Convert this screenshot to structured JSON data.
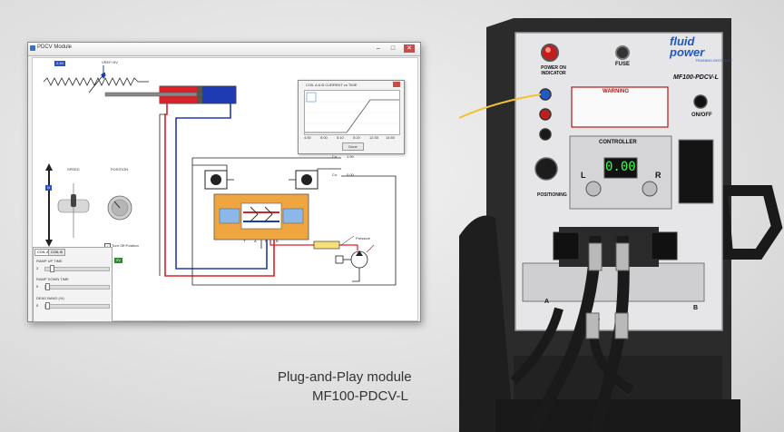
{
  "window": {
    "title": "PDCV Module",
    "minimize": "–",
    "maximize": "□",
    "close": "✕"
  },
  "canvas": {
    "voltage_badge": "2.4V",
    "vref_label": "VREF=5V",
    "speed_label": "SPEED",
    "position_label": "POSITION",
    "direction_badge": "N",
    "turn_off_position": "Turn Off Position",
    "speed_value_badge": "5.6V",
    "position_value_badge": "0V",
    "port_labels": [
      "T",
      "A",
      "P",
      "B"
    ],
    "pressure_label": "Pressure",
    "coil_a_readout": "1.50",
    "coil_b_readout": "0.00",
    "coil_a_tag": "Co.",
    "coil_b_tag": "Co."
  },
  "graph": {
    "title": "COIL A & B CURRENT vs TIME",
    "done_label": "Done",
    "x_ticks": [
      "4:50",
      "5:00",
      "5:10",
      "5:20",
      "12:30",
      "14:50"
    ]
  },
  "coil_panel": {
    "tab_a": "COIL A",
    "tab_b": "COIL B",
    "ramp_up_label": "RAMP UP TIME",
    "ramp_up_value": "3",
    "ramp_down_label": "RAMP DOWN TIME",
    "ramp_down_value": "0",
    "dead_band_label": "DEAD BAND (%)",
    "dead_band_value": "0"
  },
  "hardware": {
    "power_on_label": "POWER ON INDICATOR",
    "fuse_label": "FUSE",
    "brand_line1": "fluid",
    "brand_line2": "power",
    "brand_sub": "TRAINING INSTITUTE",
    "model": "MF100-PDCV-L",
    "on_off_label": "ON/OFF",
    "warning_title": "WARNING",
    "controller_title": "CONTROLLER",
    "display_value": "0.00",
    "left_label": "L",
    "right_label": "R",
    "positioning_label": "POSITIONING",
    "port_a": "A",
    "port_b": "B"
  },
  "caption": {
    "line1": "Plug-and-Play module",
    "line2": "MF100-PDCV-L"
  },
  "colors": {
    "pressure_red": "#d8222a",
    "return_blue": "#1f3bb3",
    "valve_orange": "#f0a640",
    "badge_red": "#b52424",
    "badge_green": "#2c8a2c",
    "badge_blue": "#2d4fbf"
  }
}
